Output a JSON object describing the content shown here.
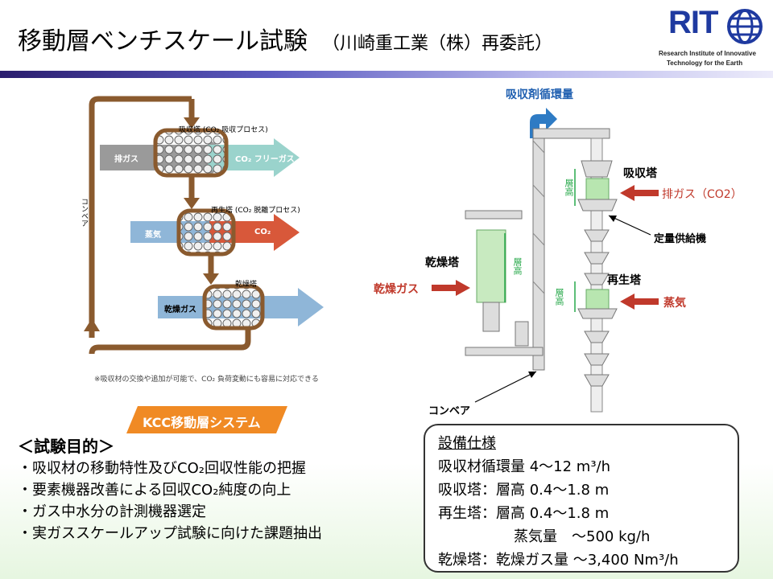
{
  "header": {
    "title": "移動層ベンチスケール試験",
    "subtitle": "（川崎重工業（株）再委託）",
    "logo": {
      "text": "RIT",
      "line1": "Research Institute of Innovative",
      "line2": "Technology for the Earth"
    }
  },
  "left_diagram": {
    "absorber": "吸収塔 (CO₂ 吸収プロセス)",
    "exhaust_gas": "排ガス",
    "co2_free_gas": "CO₂ フリーガス",
    "regenerator": "再生塔 (CO₂ 脱離プロセス)",
    "steam": "蒸気",
    "co2": "CO₂",
    "dryer": "乾燥塔",
    "drying_gas": "乾燥ガス",
    "conveyor": "コンベア",
    "note": "※吸収材の交換や追加が可能で、CO₂ 負荷変動にも容易に対応できる",
    "system_badge": "KCC移動層システム"
  },
  "right_diagram": {
    "sorbent_circulation": "吸収剤循環量",
    "absorber": "吸収塔",
    "exhaust_gas_co2": "排ガス（CO2）",
    "bed_height": "層高",
    "feeder": "定量供給機",
    "dryer": "乾燥塔",
    "drying_gas": "乾燥ガス",
    "regenerator": "再生塔",
    "steam": "蒸気",
    "conveyor": "コンベア"
  },
  "objectives": {
    "title": "＜試験目的＞",
    "items": [
      "・吸収材の移動特性及びCO₂回収性能の把握",
      "・要素機器改善による回収CO₂純度の向上",
      "・ガス中水分の計測機器選定",
      "・実ガススケールアップ試験に向けた課題抽出"
    ]
  },
  "spec": {
    "title": "設備仕様",
    "rows": [
      "吸収材循環量 4〜12 m³/h",
      "吸収塔：層高 0.4〜1.8 m",
      "再生塔：層高 0.4〜1.8 m",
      "蒸気量　〜500 kg/h",
      "乾燥塔：乾燥ガス量 〜3,400 Nm³/h"
    ]
  },
  "colors": {
    "brown": "#8a5a2e",
    "teal_arrow": "#9ad3cc",
    "blue_arrow": "#8fb6d8",
    "red_arrow": "#d8583a",
    "orange_badge": "#f08a24",
    "dark_red": "#c0392b",
    "blue_label": "#1f5fb0",
    "green": "#27a84a"
  }
}
